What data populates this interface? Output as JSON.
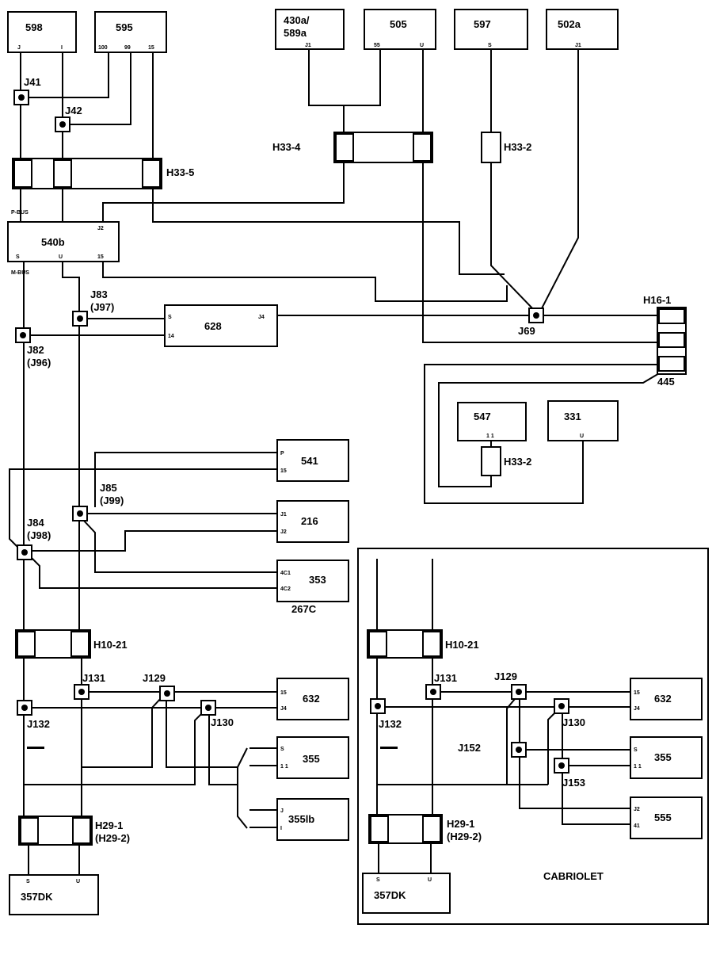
{
  "components": {
    "c598": "598",
    "c595": "595",
    "c430": "430a/",
    "c430b": "589a",
    "c505": "505",
    "c597": "597",
    "c502a": "502a",
    "c540b": "540b",
    "c628": "628",
    "c547": "547",
    "c331": "331",
    "c541": "541",
    "c216": "216",
    "c353": "353",
    "c632": "632",
    "c355": "355",
    "c355lb": "355lb",
    "c357dk": "357DK",
    "c632r": "632",
    "c355r": "355",
    "c555": "555",
    "c357dkr": "357DK"
  },
  "connectors": {
    "h33_4": "H33-4",
    "h33_2": "H33-2",
    "h33_5": "H33-5",
    "h16_1": "H16-1",
    "h33_2b": "H33-2",
    "h10_21": "H10-21",
    "h29_1": "H29-1",
    "h29_2": "(H29-2)",
    "h10_21r": "H10-21",
    "h29_1r": "H29-1",
    "h29_2r": "(H29-2)"
  },
  "junctions": {
    "j41": "J41",
    "j42": "J42",
    "j83": "J83",
    "j97": "(J97)",
    "j82": "J82",
    "j96": "(J96)",
    "j69": "J69",
    "j85": "J85",
    "j99": "(J99)",
    "j84": "J84",
    "j98": "(J98)",
    "j131": "J131",
    "j129": "J129",
    "j132": "J132",
    "j130": "J130",
    "j131r": "J131",
    "j129r": "J129",
    "j132r": "J132",
    "j130r": "J130",
    "j152": "J152",
    "j153": "J153"
  },
  "labels": {
    "c445": "445",
    "c267c": "267C",
    "cabriolet": "CABRIOLET",
    "pbus": "P-BUS",
    "mbus": "M-BUS"
  },
  "pins": {
    "p598a": "J",
    "p598b": "I",
    "p595a": "100",
    "p595b": "99",
    "p595c": "15",
    "p430": "J1",
    "p505a": "55",
    "p505b": "U",
    "p597": "S",
    "p502a": "J1",
    "p540a": "J2",
    "p540b": "S",
    "p540c": "U",
    "p540d": "15",
    "p628a": "S",
    "p628b": "14",
    "p628c": "J4",
    "p547": "1 1",
    "p331": "U",
    "p541a": "P",
    "p541b": "15",
    "p216a": "J1",
    "p216b": "J2",
    "p353a": "4C1",
    "p353b": "4C2",
    "p632a": "15",
    "p632b": "J4",
    "p355a": "S",
    "p355b": "1 1",
    "p355lba": "J",
    "p355lbb": "I",
    "p357a": "S",
    "p357b": "U",
    "p632ra": "15",
    "p632rb": "J4",
    "p355ra": "S",
    "p355rb": "1 1",
    "p555a": "J2",
    "p555b": "41",
    "p357ra": "S",
    "p357rb": "U"
  }
}
